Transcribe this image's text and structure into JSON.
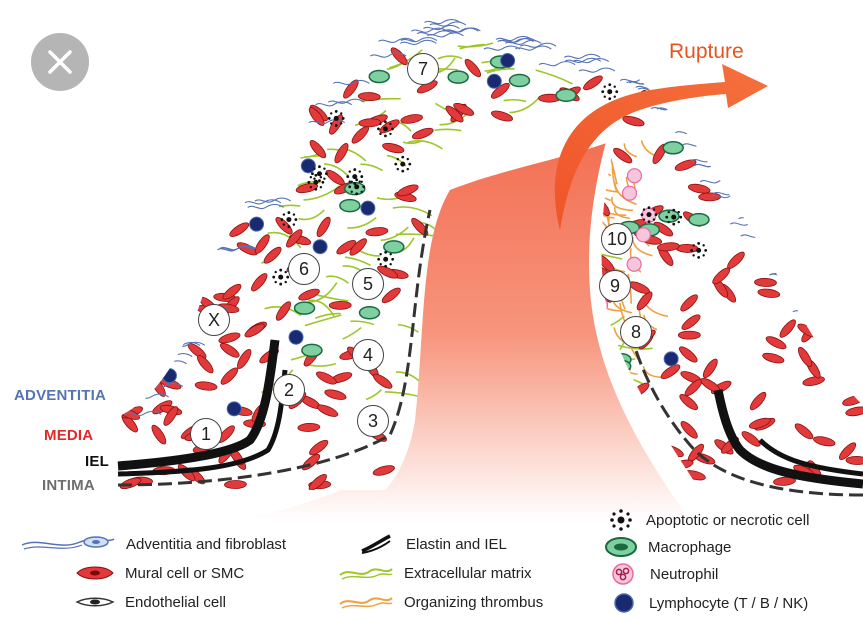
{
  "layers": {
    "adventitia": "ADVENTITIA",
    "media": "MEDIA",
    "iel": "IEL",
    "intima": "INTIMA"
  },
  "rupture_label": "Rupture",
  "markers": [
    "1",
    "2",
    "3",
    "4",
    "5",
    "6",
    "7",
    "8",
    "9",
    "10",
    "X"
  ],
  "legend": {
    "adventitia": "Adventitia and fibroblast",
    "mural": "Mural cell or SMC",
    "endothelial": "Endothelial cell",
    "elastin": "Elastin and IEL",
    "ecm": "Extracellular matrix",
    "thrombus": "Organizing thrombus",
    "apoptotic": "Apoptotic or necrotic cell",
    "macrophage": "Macrophage",
    "neutrophil": "Neutrophil",
    "lymphocyte": "Lymphocyte (T / B / NK)"
  },
  "colors": {
    "adventitia": "#5573b5",
    "media": "#e02a2a",
    "iel": "#111111",
    "intima": "#6e6e6e",
    "rupture": "#e9541e",
    "smc": "#e23a3a",
    "ecm": "#9cc72a",
    "thrombus": "#f0a040",
    "macrophage": "#2a9a60",
    "neutrophil": "#e86aa0",
    "lymphocyte": "#1a2a70",
    "lumen": "#f47a5e"
  },
  "icons": {
    "close": "close-icon",
    "rupture_arrow": "rupture-arrow-icon"
  }
}
